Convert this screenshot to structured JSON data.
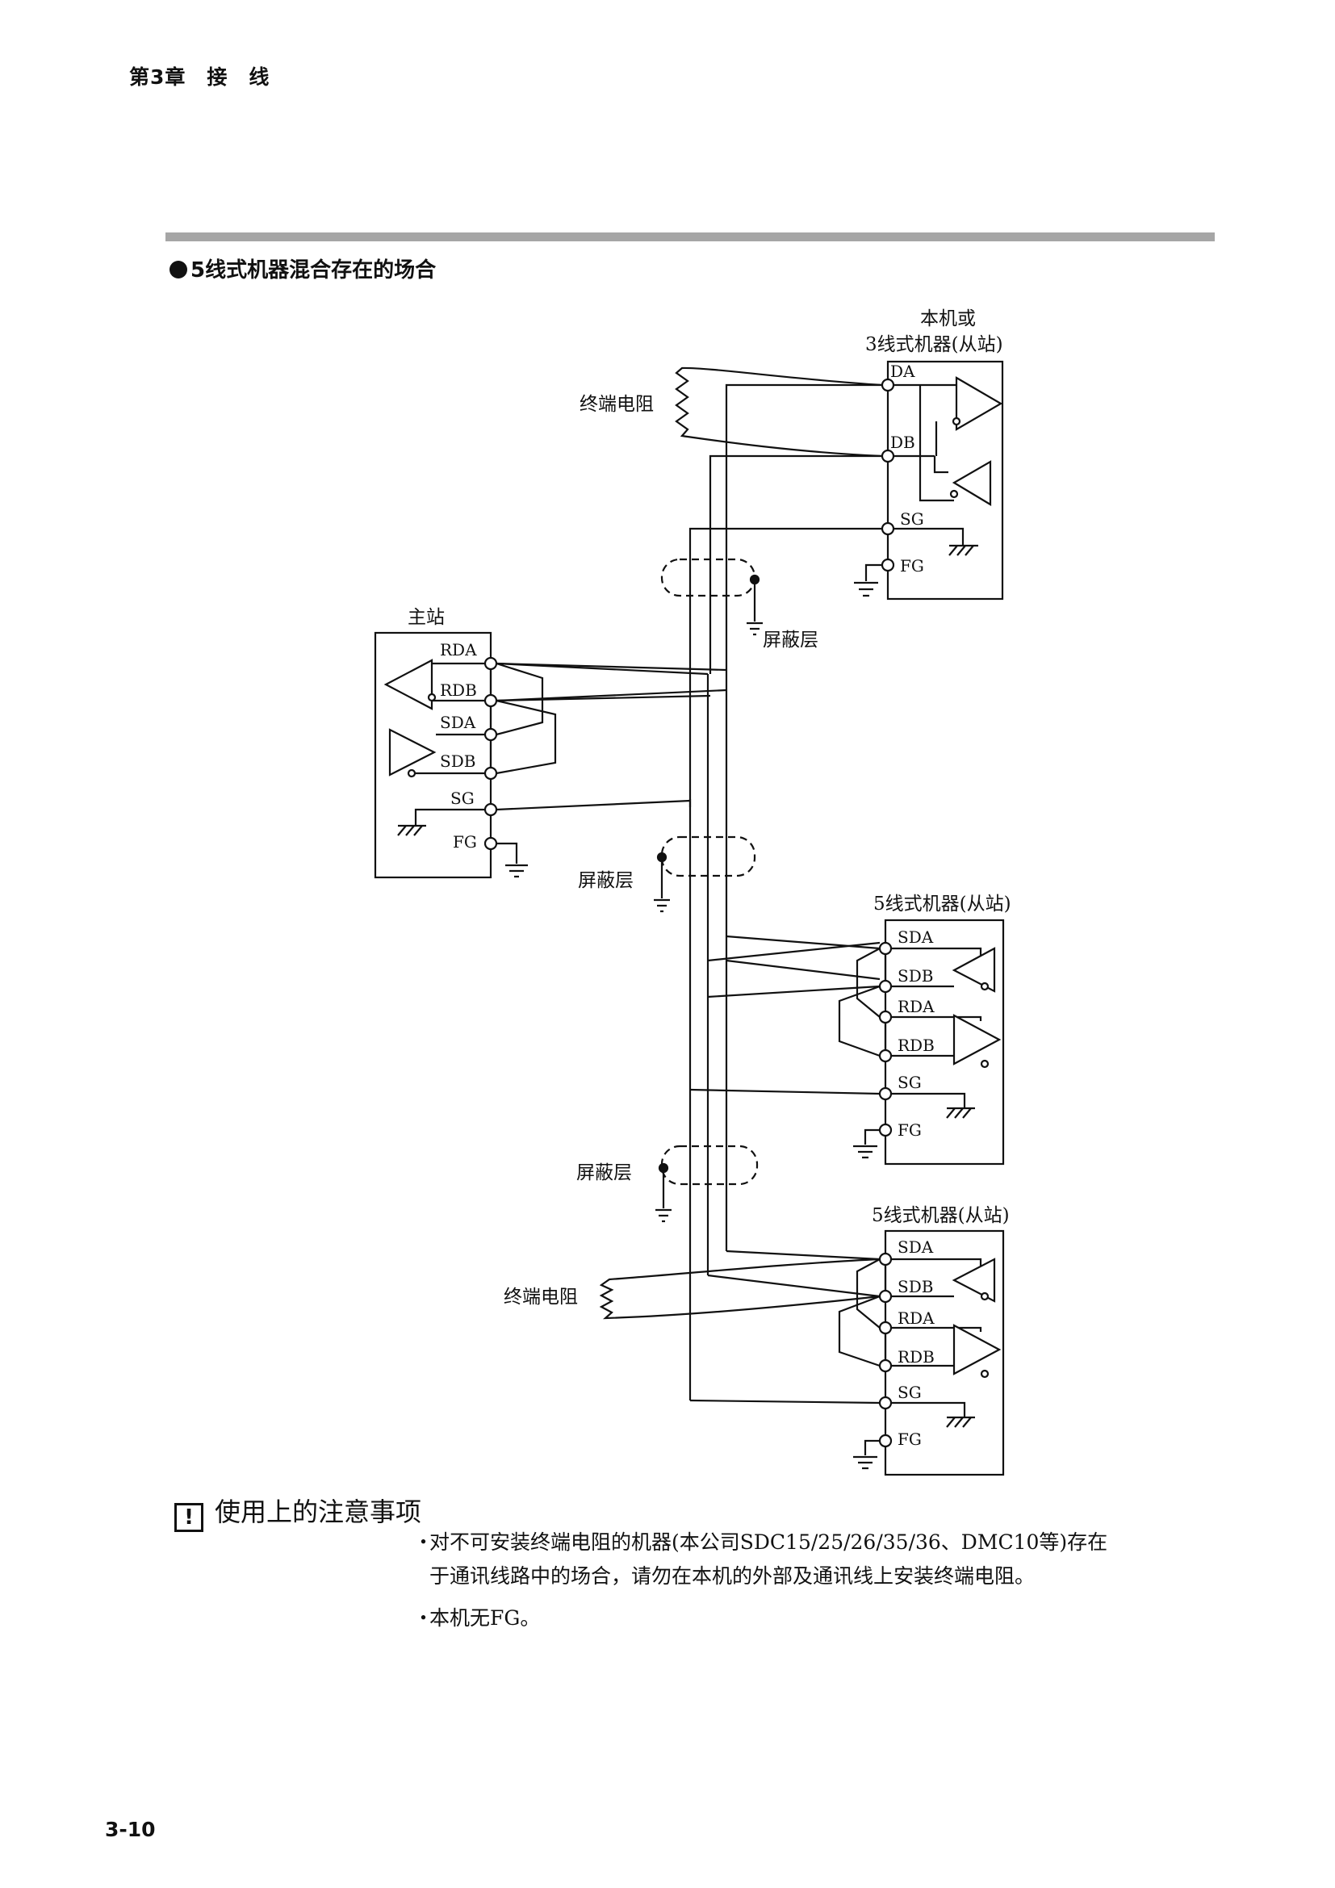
{
  "header": {
    "chapter": "第3章　接　线"
  },
  "section": {
    "title": "5线式机器混合存在的场合"
  },
  "diagram": {
    "top_device": {
      "title_line1": "本机或",
      "title_line2": "3线式机器(从站)",
      "terminals": [
        "DA",
        "DB",
        "SG",
        "FG"
      ]
    },
    "master": {
      "title": "主站",
      "terminals": [
        "RDA",
        "RDB",
        "SDA",
        "SDB",
        "SG",
        "FG"
      ]
    },
    "slave1": {
      "title": "5线式机器(从站)",
      "terminals": [
        "SDA",
        "SDB",
        "RDA",
        "RDB",
        "SG",
        "FG"
      ]
    },
    "slave2": {
      "title": "5线式机器(从站)",
      "terminals": [
        "SDA",
        "SDB",
        "RDA",
        "RDB",
        "SG",
        "FG"
      ]
    },
    "labels": {
      "terminator_top": "终端电阻",
      "terminator_bottom": "终端电阻",
      "shield_1": "屏蔽层",
      "shield_2": "屏蔽层",
      "shield_3": "屏蔽层"
    }
  },
  "caution": {
    "icon": "exclamation-box-icon",
    "icon_glyph": "!",
    "title": "使用上的注意事项",
    "items": [
      {
        "line1": "对不可安装终端电阻的机器(本公司SDC15/25/26/35/36、DMC10等)存在",
        "line2": "于通讯线路中的场合，请勿在本机的外部及通讯线上安装终端电阻。"
      },
      {
        "line1": "本机无FG。"
      }
    ],
    "bullet": "・"
  },
  "footer": {
    "page_number": "3-10"
  }
}
